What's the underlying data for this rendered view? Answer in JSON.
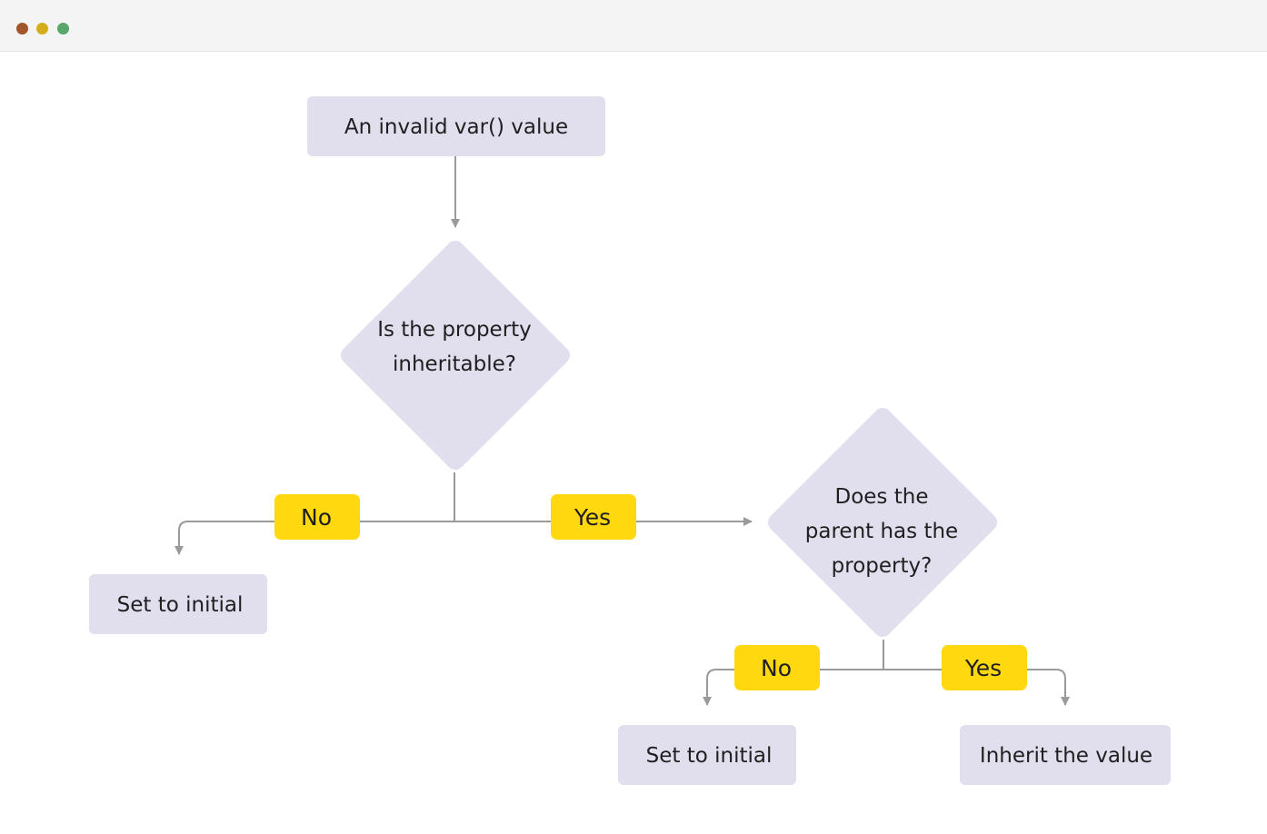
{
  "window": {
    "controls": [
      {
        "name": "close",
        "color": "#a0562a"
      },
      {
        "name": "minimize",
        "color": "#d4ad1c"
      },
      {
        "name": "zoom",
        "color": "#5aa66b"
      }
    ]
  },
  "colors": {
    "node_fill": "#e1deee",
    "label_fill": "#ffd80f",
    "connector": "#9a9a9a",
    "text": "#1f1f1f"
  },
  "flowchart": {
    "start": "An invalid var() value",
    "decision_inheritable": [
      "Is the property",
      "inheritable?"
    ],
    "decision_parent": [
      "Does the",
      "parent has the",
      "property?"
    ],
    "result_initial_1": "Set to initial",
    "result_initial_2": "Set to initial",
    "result_inherit": "Inherit the value",
    "label_no_1": "No",
    "label_yes_1": "Yes",
    "label_no_2": "No",
    "label_yes_2": "Yes"
  }
}
